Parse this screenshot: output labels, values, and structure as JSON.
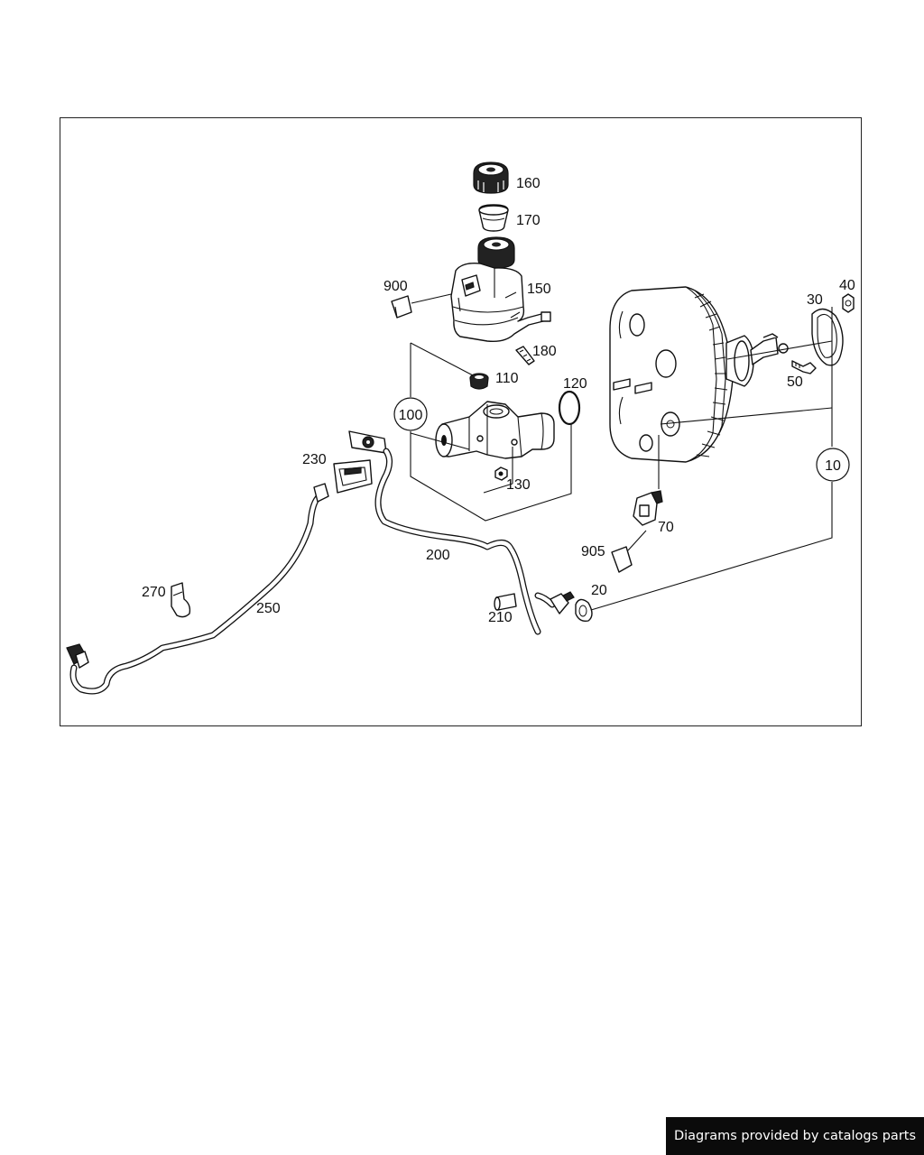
{
  "diagram": {
    "part_labels": {
      "p160": "160",
      "p170": "170",
      "p150": "150",
      "p900": "900",
      "p180": "180",
      "p110": "110",
      "p120": "120",
      "p130": "130",
      "p30": "30",
      "p40": "40",
      "p50": "50",
      "p70": "70",
      "p905": "905",
      "p20": "20",
      "p230": "230",
      "p200": "200",
      "p210": "210",
      "p270": "270",
      "p250": "250"
    },
    "assembly_callouts": {
      "a100": "100",
      "a10": "10"
    }
  },
  "footer": {
    "credit": "Diagrams provided by catalogs parts"
  }
}
